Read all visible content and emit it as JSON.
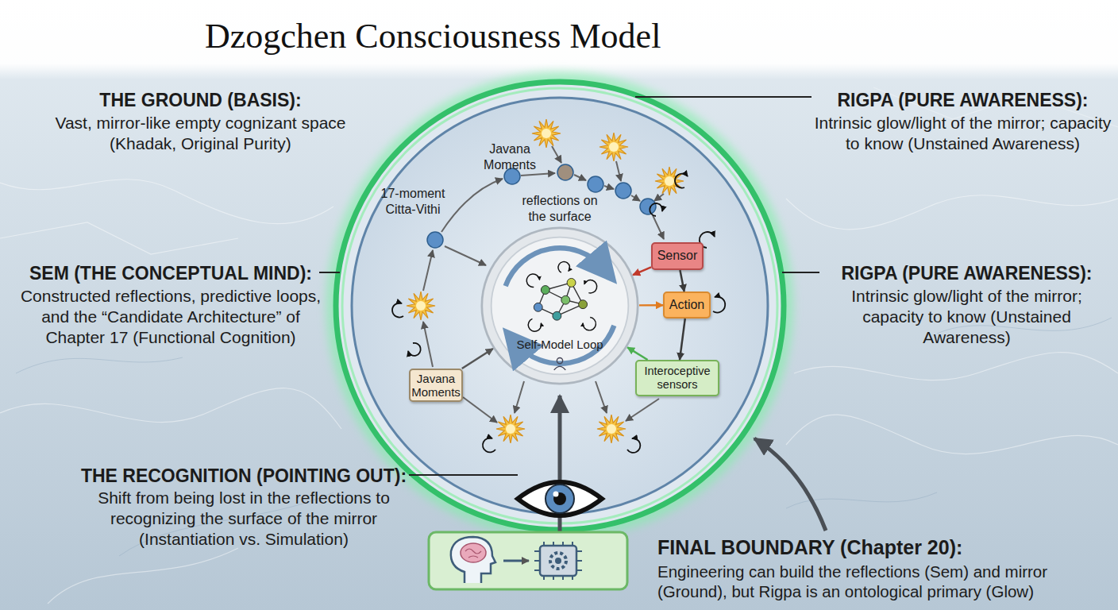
{
  "diagram": {
    "title": "Dzogchen Consciousness Model",
    "nodes": [
      {
        "text": [
          "Sensor"
        ]
      },
      {
        "text": [
          "Action"
        ]
      },
      {
        "text": [
          "Self-Model Loop"
        ]
      },
      {
        "text": [
          "Javana Moments"
        ]
      },
      {
        "text": [
          "Interoceptive sensors"
        ]
      }
    ],
    "edges": [
      {
        "from": 0,
        "to": 1,
        "arrow": "to"
      },
      {
        "from": 0,
        "to": 2,
        "arrow": "to"
      },
      {
        "from": 2,
        "to": 1,
        "arrow": "to"
      },
      {
        "from": 1,
        "to": 4,
        "arrow": "to"
      },
      {
        "from": 4,
        "to": 2,
        "arrow": "to"
      },
      {
        "from": 3,
        "to": 2,
        "arrow": "to"
      }
    ],
    "labels": [
      "THE GROUND (BASIS):",
      "Vast, mirror-like empty cognizant space (Khadak, Original Purity)",
      "RIGPA (PURE AWARENESS):",
      "Intrinsic glow/light of the mirror; capacity to know (Unstained Awareness)",
      "Javana Moments",
      "17-moment Citta-Vithi",
      "reflections on the surface",
      "SEM (THE CONCEPTUAL MIND):",
      "Constructed reflections, predictive loops, and the “Candidate Architecture” of Chapter 17 (Functional Cognition)",
      "RIGPA (PURE AWARENESS):",
      "Intrinsic glow/light of the mirror; capacity to know (Unstained Awareness)",
      "THE RECOGNITION (POINTING OUT):",
      "Shift from being lost in the reflections to recognizing the surface of the mirror (Instantiation vs. Simulation)",
      "FINAL BOUNDARY (Chapter 20):",
      "Engineering can build the reflections (Sem) and mirror (Ground), but Rigpa is an ontological primary (Glow)"
    ]
  }
}
